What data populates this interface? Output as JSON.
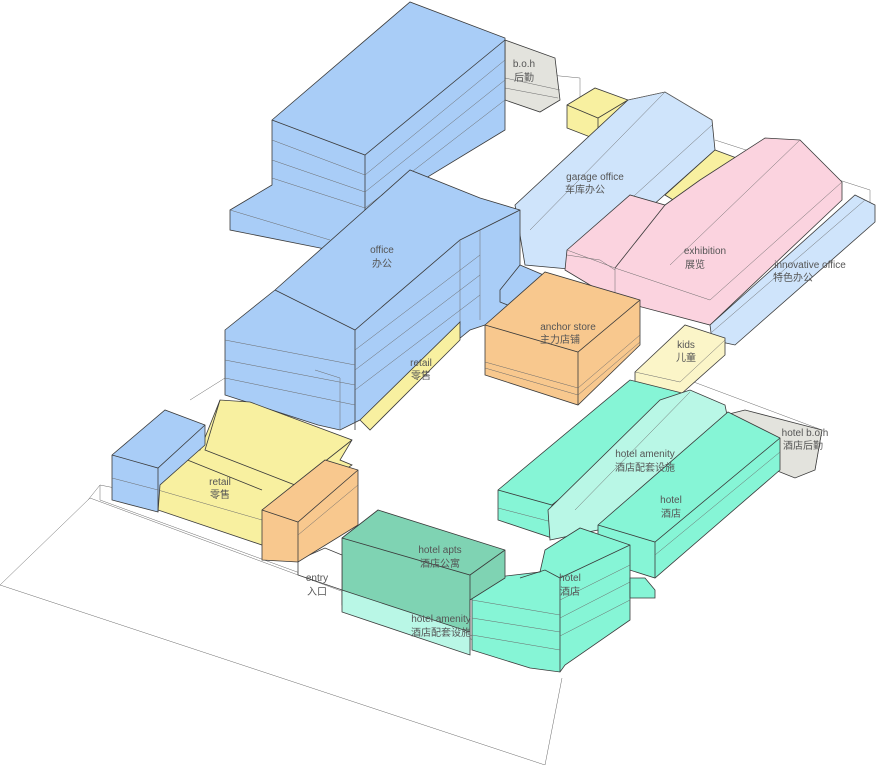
{
  "colors": {
    "office": "#a9cdf7",
    "office_light": "#cfe4fb",
    "retail": "#f8f0a0",
    "anchor": "#f8c88e",
    "exhibition": "#fbd3df",
    "hotel": "#86f5d6",
    "hotel_light": "#b9f7e6",
    "hotel_apts": "#7fd3b3",
    "boh": "#e3e3dd",
    "ground_line": "#9a9a9a"
  },
  "labels": [
    {
      "id": "boh",
      "en": "b.o.h",
      "zh": "后勤"
    },
    {
      "id": "garage-office",
      "en": "garage office",
      "zh": "车库办公"
    },
    {
      "id": "office",
      "en": "office",
      "zh": "办公"
    },
    {
      "id": "exhibition",
      "en": "exhibition",
      "zh": "展览"
    },
    {
      "id": "innovative-office",
      "en": "innovative office",
      "zh": "特色办公"
    },
    {
      "id": "anchor-store",
      "en": "anchor store",
      "zh": "主力店铺"
    },
    {
      "id": "retail-upper",
      "en": "retail",
      "zh": "零售"
    },
    {
      "id": "kids",
      "en": "kids",
      "zh": "儿童"
    },
    {
      "id": "hotel-boh",
      "en": "hotel b.o.h",
      "zh": "酒店后勤"
    },
    {
      "id": "hotel-amenity-upper",
      "en": "hotel amenity",
      "zh": "酒店配套设施"
    },
    {
      "id": "hotel-upper",
      "en": "hotel",
      "zh": "酒店"
    },
    {
      "id": "retail-lower",
      "en": "retail",
      "zh": "零售"
    },
    {
      "id": "hotel-apts",
      "en": "hotel apts",
      "zh": "酒店公寓"
    },
    {
      "id": "hotel-lower",
      "en": "hotel",
      "zh": "酒店"
    },
    {
      "id": "entry",
      "en": "entry",
      "zh": "入口"
    },
    {
      "id": "hotel-amenity-lower",
      "en": "hotel amenity",
      "zh": "酒店配套设施"
    }
  ]
}
